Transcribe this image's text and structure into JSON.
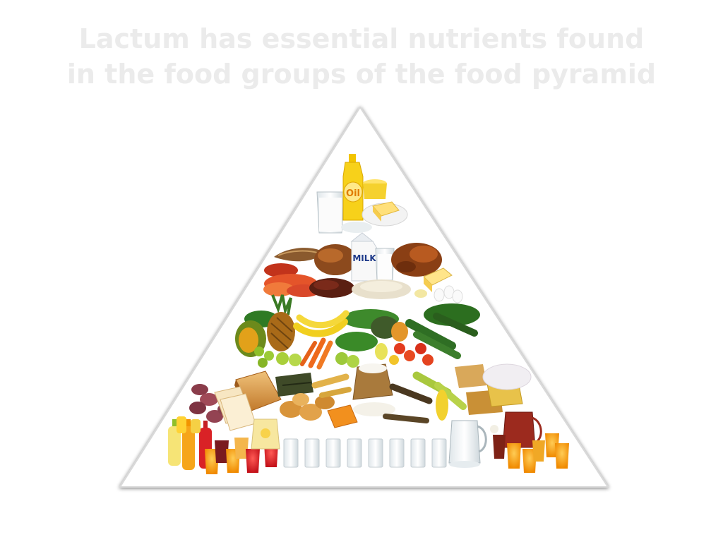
{
  "headline": {
    "line1": "Lactum has essential nutrients found",
    "line2": "in the food groups of the food pyramid"
  },
  "labels": {
    "oil": "Oil",
    "milk": "MILK"
  },
  "colors": {
    "headline": "#ebebeb",
    "pyramid_fill": "#ffffff",
    "pyramid_shadow": "#c9c9c9"
  }
}
